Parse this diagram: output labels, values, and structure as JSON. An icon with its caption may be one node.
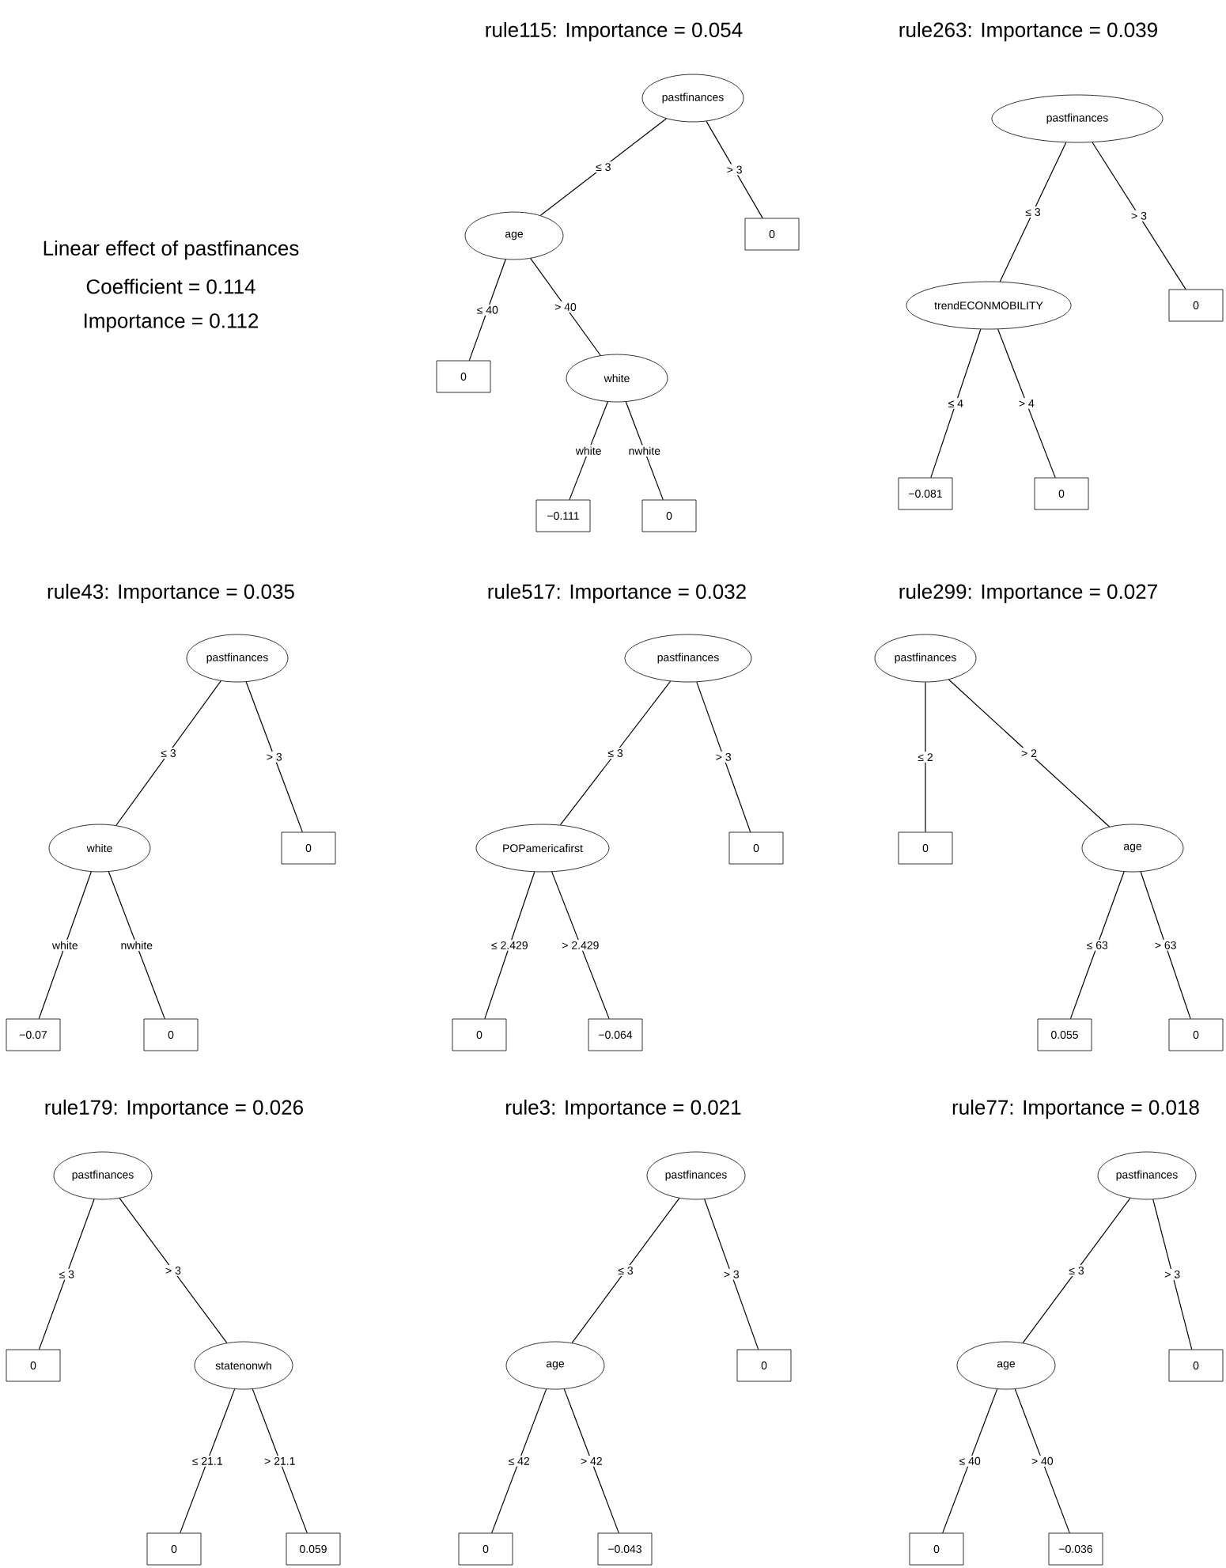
{
  "diagram": {
    "nodes": [
      {
        "text": [
          "pastfinances"
        ]
      },
      {
        "text": [
          "age"
        ]
      },
      {
        "text": [
          "0"
        ]
      },
      {
        "text": [
          "0"
        ]
      },
      {
        "text": [
          "white"
        ]
      },
      {
        "text": [
          "−0.111"
        ]
      },
      {
        "text": [
          "0"
        ]
      },
      {
        "text": [
          "pastfinances"
        ]
      },
      {
        "text": [
          "trendECONMOBILITY"
        ]
      },
      {
        "text": [
          "0"
        ]
      },
      {
        "text": [
          "−0.081"
        ]
      },
      {
        "text": [
          "0"
        ]
      },
      {
        "text": [
          "pastfinances"
        ]
      },
      {
        "text": [
          "white"
        ]
      },
      {
        "text": [
          "0"
        ]
      },
      {
        "text": [
          "−0.07"
        ]
      },
      {
        "text": [
          "0"
        ]
      },
      {
        "text": [
          "pastfinances"
        ]
      },
      {
        "text": [
          "POPamericafirst"
        ]
      },
      {
        "text": [
          "0"
        ]
      },
      {
        "text": [
          "0"
        ]
      },
      {
        "text": [
          "−0.064"
        ]
      },
      {
        "text": [
          "pastfinances"
        ]
      },
      {
        "text": [
          "0"
        ]
      },
      {
        "text": [
          "age"
        ]
      },
      {
        "text": [
          "0.055"
        ]
      },
      {
        "text": [
          "0"
        ]
      },
      {
        "text": [
          "pastfinances"
        ]
      },
      {
        "text": [
          "0"
        ]
      },
      {
        "text": [
          "statenonwh"
        ]
      },
      {
        "text": [
          "0"
        ]
      },
      {
        "text": [
          "0.059"
        ]
      },
      {
        "text": [
          "pastfinances"
        ]
      },
      {
        "text": [
          "age"
        ]
      },
      {
        "text": [
          "0"
        ]
      },
      {
        "text": [
          "0"
        ]
      },
      {
        "text": [
          "−0.043"
        ]
      },
      {
        "text": [
          "pastfinances"
        ]
      },
      {
        "text": [
          "age"
        ]
      },
      {
        "text": [
          "0"
        ]
      },
      {
        "text": [
          "0"
        ]
      },
      {
        "text": [
          "−0.036"
        ]
      }
    ],
    "edges": [
      {
        "from": 0,
        "to": 1,
        "arrow": "none",
        "label": "≤ 3"
      },
      {
        "from": 0,
        "to": 2,
        "arrow": "none",
        "label": "> 3"
      },
      {
        "from": 1,
        "to": 3,
        "arrow": "none",
        "label": "≤ 40"
      },
      {
        "from": 1,
        "to": 4,
        "arrow": "none",
        "label": "> 40"
      },
      {
        "from": 4,
        "to": 5,
        "arrow": "none",
        "label": "white"
      },
      {
        "from": 4,
        "to": 6,
        "arrow": "none",
        "label": "nwhite"
      },
      {
        "from": 7,
        "to": 8,
        "arrow": "none",
        "label": "≤ 3"
      },
      {
        "from": 7,
        "to": 9,
        "arrow": "none",
        "label": "> 3"
      },
      {
        "from": 8,
        "to": 10,
        "arrow": "none",
        "label": "≤ 4"
      },
      {
        "from": 8,
        "to": 11,
        "arrow": "none",
        "label": "> 4"
      },
      {
        "from": 12,
        "to": 13,
        "arrow": "none",
        "label": "≤ 3"
      },
      {
        "from": 12,
        "to": 14,
        "arrow": "none",
        "label": "> 3"
      },
      {
        "from": 13,
        "to": 15,
        "arrow": "none",
        "label": "white"
      },
      {
        "from": 13,
        "to": 16,
        "arrow": "none",
        "label": "nwhite"
      },
      {
        "from": 17,
        "to": 18,
        "arrow": "none",
        "label": "≤ 3"
      },
      {
        "from": 17,
        "to": 19,
        "arrow": "none",
        "label": "> 3"
      },
      {
        "from": 18,
        "to": 20,
        "arrow": "none",
        "label": "≤ 2.429"
      },
      {
        "from": 18,
        "to": 21,
        "arrow": "none",
        "label": "> 2.429"
      },
      {
        "from": 22,
        "to": 23,
        "arrow": "none",
        "label": "≤ 2"
      },
      {
        "from": 22,
        "to": 24,
        "arrow": "none",
        "label": "> 2"
      },
      {
        "from": 24,
        "to": 25,
        "arrow": "none",
        "label": "≤ 63"
      },
      {
        "from": 24,
        "to": 26,
        "arrow": "none",
        "label": "> 63"
      },
      {
        "from": 27,
        "to": 28,
        "arrow": "none",
        "label": "≤ 3"
      },
      {
        "from": 27,
        "to": 29,
        "arrow": "none",
        "label": "> 3"
      },
      {
        "from": 29,
        "to": 30,
        "arrow": "none",
        "label": "≤ 21.1"
      },
      {
        "from": 29,
        "to": 31,
        "arrow": "none",
        "label": "> 21.1"
      },
      {
        "from": 32,
        "to": 33,
        "arrow": "none",
        "label": "≤ 3"
      },
      {
        "from": 32,
        "to": 34,
        "arrow": "none",
        "label": "> 3"
      },
      {
        "from": 33,
        "to": 35,
        "arrow": "none",
        "label": "≤ 42"
      },
      {
        "from": 33,
        "to": 36,
        "arrow": "none",
        "label": "> 42"
      },
      {
        "from": 37,
        "to": 38,
        "arrow": "none",
        "label": "≤ 3"
      },
      {
        "from": 37,
        "to": 39,
        "arrow": "none",
        "label": "> 3"
      },
      {
        "from": 38,
        "to": 40,
        "arrow": "none",
        "label": "≤ 40"
      },
      {
        "from": 38,
        "to": 41,
        "arrow": "none",
        "label": "> 40"
      }
    ],
    "labels": [
      "rule115: Importance = 0.054",
      "rule263: Importance = 0.039",
      "Linear effect of pastfinances",
      "Coefficient = 0.114",
      "Importance = 0.112",
      "rule43: Importance = 0.035",
      "rule517: Importance = 0.032",
      "rule299: Importance = 0.027",
      "rule179: Importance = 0.026",
      "rule3: Importance = 0.021",
      "rule77: Importance = 0.018"
    ]
  }
}
